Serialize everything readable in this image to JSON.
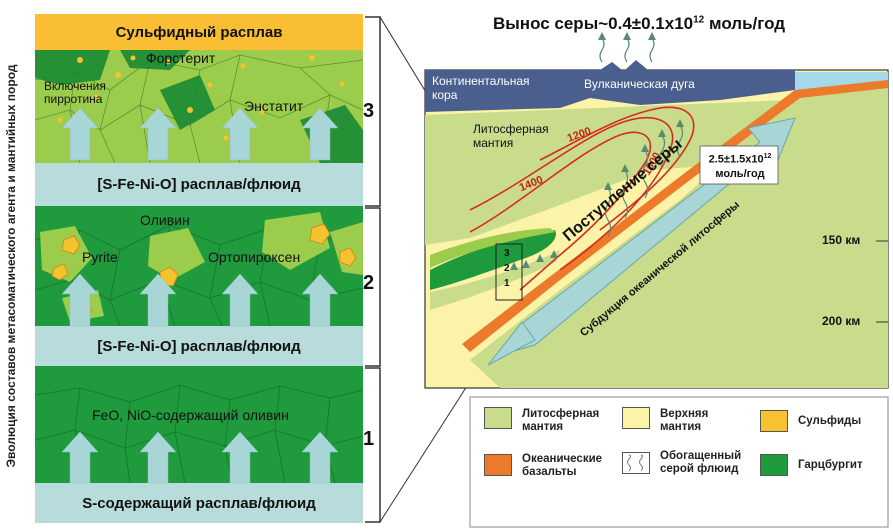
{
  "vertical_title": "Эволюция составов метасоматического агента и мантийных пород",
  "top_title": "Вынос серы~0.4±0.1x10",
  "top_title_exp": "12",
  "top_title_unit": "моль/год",
  "left_panel": {
    "band_top": "Сульфидный расплав",
    "band_mid1": "[S-Fe-Ni-O] расплав/флюид",
    "band_mid2": "[S-Fe-Ni-O] расплав/флюид",
    "band_bottom": "S-содержащий расплав/флюид",
    "zone3": {
      "forsterite": "Форстерит",
      "inclusions_line1": "Включения",
      "inclusions_line2": "пирротина",
      "enstatite": "Энстатит",
      "number": "3"
    },
    "zone2": {
      "olivine": "Оливин",
      "pyrite": "Pyrite",
      "orthopyroxene": "Ортопироксен",
      "number": "2"
    },
    "zone1": {
      "olivine": "FeO, NiO-содержащий оливин",
      "number": "1"
    }
  },
  "right_panel": {
    "continental_line1": "Континентальная",
    "continental_line2": "кора",
    "volcanic_arc": "Вулканическая дуга",
    "lith_line1": "Литосферная",
    "lith_line2": "мантия",
    "isotherms": [
      "1200",
      "1400",
      "1000"
    ],
    "flux_line1": "2.5±1.5x10",
    "flux_exp": "12",
    "flux_line2": "моль/год",
    "arrow_label": "Поступление серы",
    "subduction_label": "Субдукция океанической литосферы",
    "depth1": "150 км",
    "depth2": "200 км",
    "inset_numbers": [
      "3",
      "2",
      "1"
    ]
  },
  "legend": [
    {
      "label1": "Литосферная",
      "label2": "мантия",
      "color": "#c9dc8c"
    },
    {
      "label1": "Верхняя",
      "label2": "мантия",
      "color": "#fbf3a8"
    },
    {
      "label1": "Сульфиды",
      "label2": "",
      "color": "#f7c22f"
    },
    {
      "label1": "Океанические",
      "label2": "базальты",
      "color": "#ec7a2a"
    },
    {
      "label1": "Обогащенный",
      "label2": "серой флюид",
      "color": "#ffffff"
    },
    {
      "label1": "Гарцбургит",
      "label2": "",
      "color": "#1e9a3c"
    }
  ]
}
